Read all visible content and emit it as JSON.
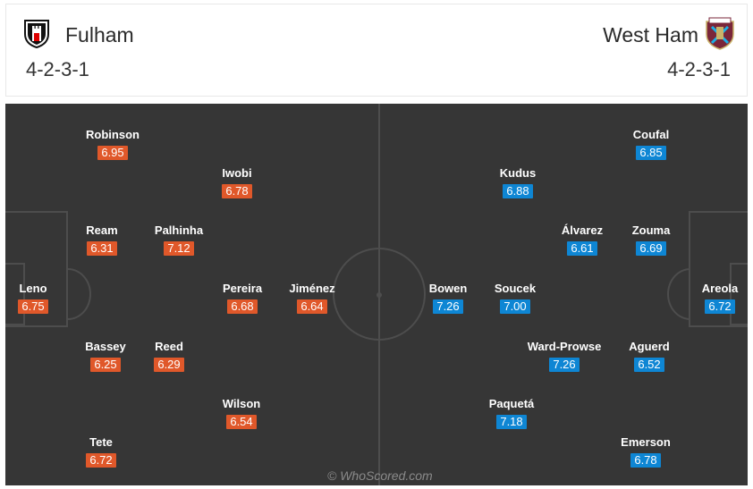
{
  "header": {
    "home": {
      "name": "Fulham",
      "formation": "4-2-3-1",
      "crest_icon": "fulham-crest-icon"
    },
    "away": {
      "name": "West Ham",
      "formation": "4-2-3-1",
      "crest_icon": "west-ham-crest-icon"
    }
  },
  "colors": {
    "home_rating": "#e0582a",
    "away_rating": "#0e86d4",
    "pitch": "#363636",
    "pitch_lines": "#4d4d4d"
  },
  "home_players": [
    {
      "name": "Leno",
      "rating": "6.75"
    },
    {
      "name": "Robinson",
      "rating": "6.95"
    },
    {
      "name": "Ream",
      "rating": "6.31"
    },
    {
      "name": "Bassey",
      "rating": "6.25"
    },
    {
      "name": "Tete",
      "rating": "6.72"
    },
    {
      "name": "Palhinha",
      "rating": "7.12"
    },
    {
      "name": "Reed",
      "rating": "6.29"
    },
    {
      "name": "Iwobi",
      "rating": "6.78"
    },
    {
      "name": "Pereira",
      "rating": "6.68"
    },
    {
      "name": "Wilson",
      "rating": "6.54"
    },
    {
      "name": "Jiménez",
      "rating": "6.64"
    }
  ],
  "away_players": [
    {
      "name": "Areola",
      "rating": "6.72"
    },
    {
      "name": "Coufal",
      "rating": "6.85"
    },
    {
      "name": "Zouma",
      "rating": "6.69"
    },
    {
      "name": "Aguerd",
      "rating": "6.52"
    },
    {
      "name": "Emerson",
      "rating": "6.78"
    },
    {
      "name": "Álvarez",
      "rating": "6.61"
    },
    {
      "name": "Ward-Prowse",
      "rating": "7.26"
    },
    {
      "name": "Kudus",
      "rating": "6.88"
    },
    {
      "name": "Soucek",
      "rating": "7.00"
    },
    {
      "name": "Paquetá",
      "rating": "7.18"
    },
    {
      "name": "Bowen",
      "rating": "7.26"
    }
  ],
  "watermark": "© WhoScored.com"
}
